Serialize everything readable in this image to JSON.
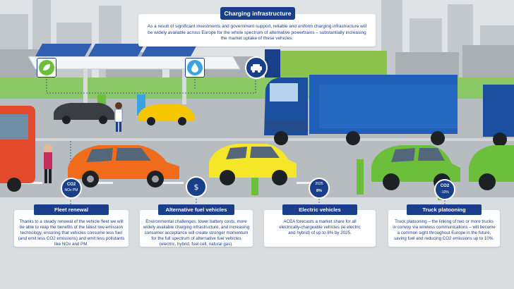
{
  "header": {
    "title": "Charging infrastructure",
    "text": "As a result of significant investments and government support, reliable and uniform charging infrastructure will be widely available across Europe for the whole spectrum of alternative powertrains – substantially increasing the market uptake of these vehicles."
  },
  "cards": [
    {
      "title": "Fleet renewal",
      "text": "Thanks to a steady renewal of the vehicle fleet we will be able to reap the benefits of the latest low-emission technology, ensuring that vehicles consume less fuel (and emit less CO2 emissions) and emit less pollutants like NOx and PM."
    },
    {
      "title": "Alternative fuel vehicles",
      "text": "Environmental challenges, lower battery costs, more widely available charging infrastructure, and increasing consumer acceptance will create stronger momentum for the full spectrum of alternative fuel vehicles (electric, hybrid, fuel cell, natural gas)."
    },
    {
      "title": "Electric vehicles",
      "text": "ACEA forecasts a market share for all electrically-chargeable vehicles (ie electric and hybrid) of up to 8% by 2025."
    },
    {
      "title": "Truck platooning",
      "text": "Truck platooning – the linking of two or more trucks in convoy via wireless communications – will become a common sight throughout Europe in the future, saving fuel and reducing CO2 emissions up to 10%."
    }
  ],
  "icon_labels": {
    "fleet_co2": "CO2",
    "fleet_nox": "NOx PM",
    "ev_year": "2025",
    "ev_share": "8%",
    "truck_co2": "CO2",
    "truck_share": "-10%"
  },
  "icons": [
    "leaf-icon",
    "water-drop-icon",
    "electric-car-icon",
    "fuel-types-icon",
    "co2-badge-icon",
    "ev-share-icon",
    "truck-co2-icon"
  ],
  "colors": {
    "brand_blue": "#1a3f8a",
    "green": "#6cbf3a",
    "accent_light_blue": "#3aa3e0"
  }
}
